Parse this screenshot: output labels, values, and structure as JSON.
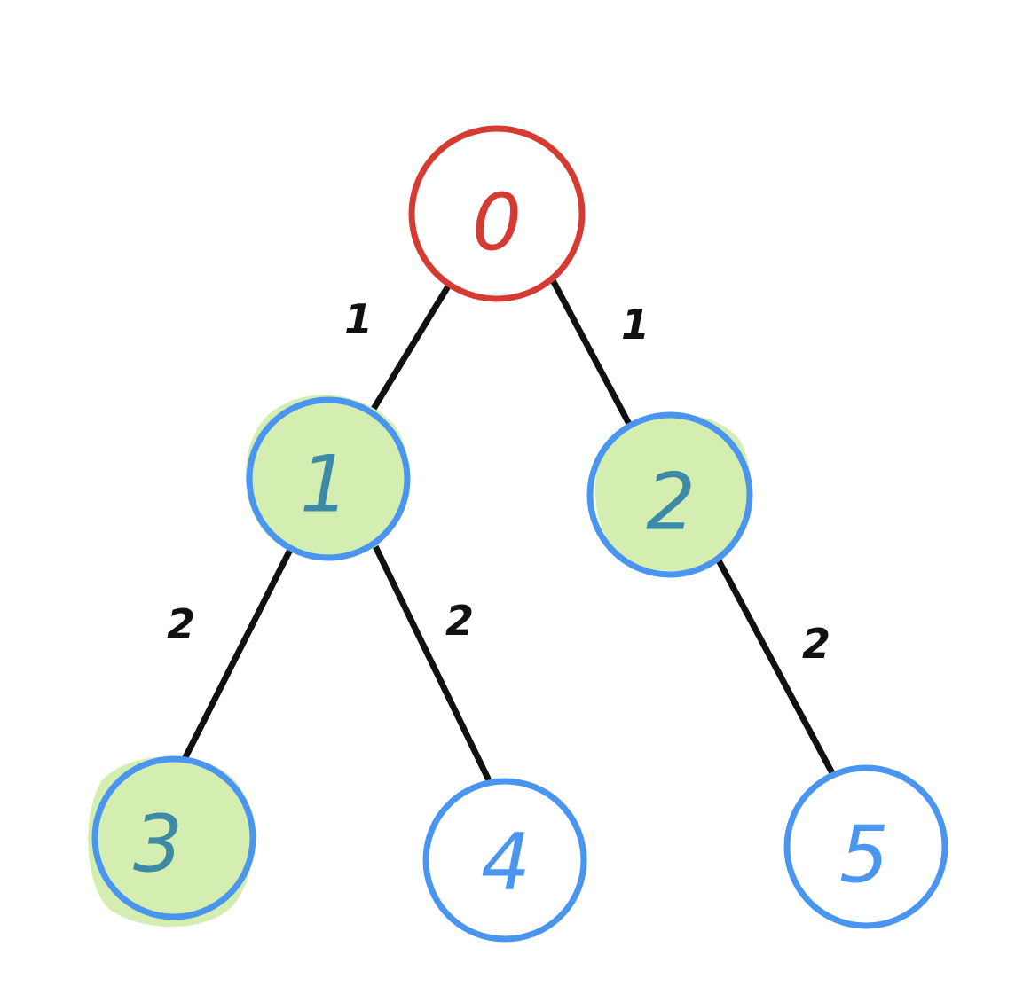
{
  "colors": {
    "root": "#d63b33",
    "node": "#4a95ef",
    "highlight_fill": "#d3eeb0",
    "highlight_text": "#3c8aa6",
    "edge": "#111111",
    "edge_label": "#111111"
  },
  "nodes": [
    {
      "id": "n0",
      "label": "0",
      "role": "root",
      "highlighted": false
    },
    {
      "id": "n1",
      "label": "1",
      "role": "node",
      "highlighted": true
    },
    {
      "id": "n2",
      "label": "2",
      "role": "node",
      "highlighted": true
    },
    {
      "id": "n3",
      "label": "3",
      "role": "node",
      "highlighted": true
    },
    {
      "id": "n4",
      "label": "4",
      "role": "node",
      "highlighted": false
    },
    {
      "id": "n5",
      "label": "5",
      "role": "node",
      "highlighted": false
    }
  ],
  "edges": [
    {
      "id": "e0",
      "from": "0",
      "to": "1",
      "label": "1"
    },
    {
      "id": "e1",
      "from": "0",
      "to": "2",
      "label": "1"
    },
    {
      "id": "e2",
      "from": "1",
      "to": "3",
      "label": "2"
    },
    {
      "id": "e3",
      "from": "1",
      "to": "4",
      "label": "2"
    },
    {
      "id": "e4",
      "from": "2",
      "to": "5",
      "label": "2"
    }
  ]
}
